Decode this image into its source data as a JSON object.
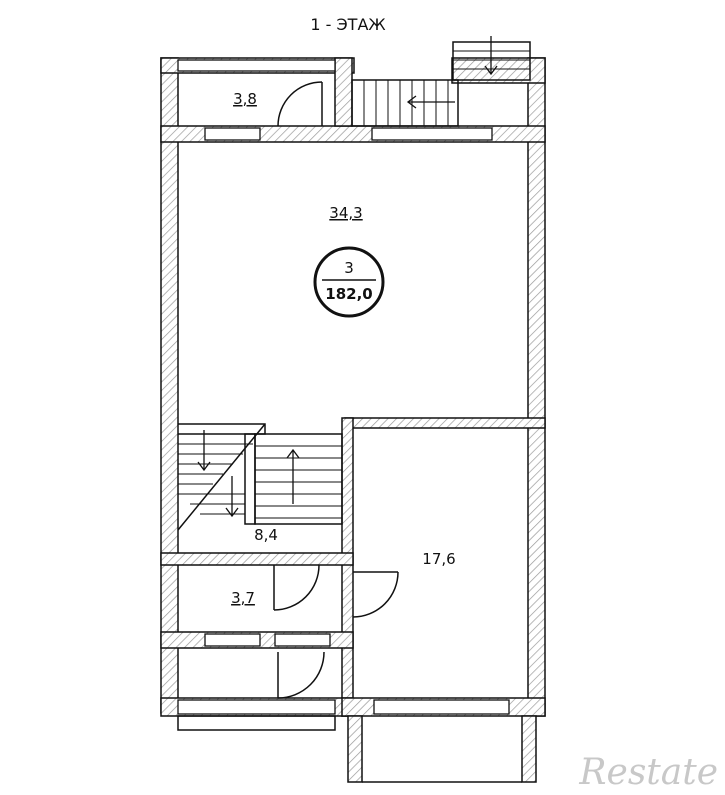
{
  "floor_title": "1 - ЭТАЖ",
  "rooms": {
    "storage_top": "3,8",
    "main_hall": "34,3",
    "stair_hall": "8,4",
    "bath": "3,7",
    "room_right": "17,6"
  },
  "apartment_badge": {
    "number": "3",
    "total_area": "182,0"
  },
  "watermark": "Restate",
  "colors": {
    "line": "#111111",
    "hatch": "#9a9a9a",
    "background": "#ffffff",
    "watermark": "#c8c8c8"
  }
}
